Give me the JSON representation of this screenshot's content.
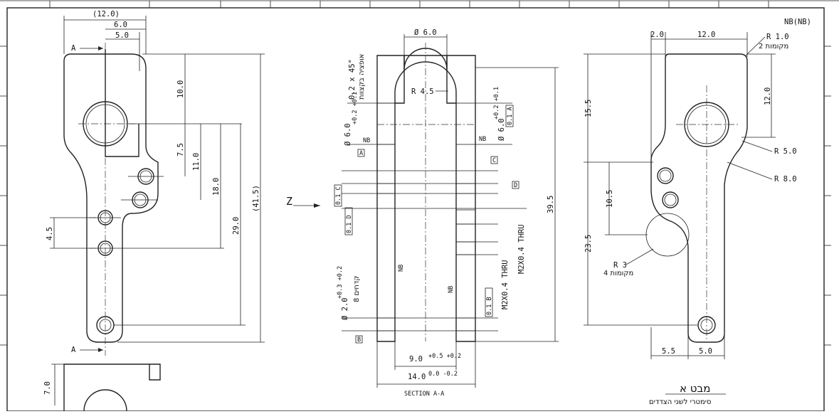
{
  "corner_symbol": "NB(NB)",
  "left_view": {
    "section_mark_top": "A",
    "section_mark_bottom": "A",
    "dims": {
      "d12": "(12.0)",
      "d6": "6.0",
      "d5": "5.0",
      "d10": "10.0",
      "d7_5": "7.5",
      "d11": "11.0",
      "d18": "18.0",
      "d29": "29.0",
      "d41_5": "(41.5)",
      "d4_5": "4.5",
      "d7": "7.0"
    }
  },
  "view_arrow": "Z",
  "section": {
    "title": "SECTION A-A",
    "d_top": "Ø 6.0",
    "r45": "R 4.5",
    "chamfer": "0.2 x 45°",
    "chamfer_note": "אופציה בקצוות",
    "bore_left": "Ø 6.0",
    "bore_left_tol": "+0.2 +0.1",
    "bore_right": "Ø 6.0",
    "bore_right_tol": "+0.2 +0.1",
    "datum_a": "A",
    "datum_b": "B",
    "datum_c": "C",
    "datum_d": "D",
    "fcf_right_top": "0.1 A",
    "fcf_left_c": "0.1 C",
    "fcf_left_d": "0.1 D",
    "fcf_right_b": "0.1 B",
    "roughness": "NB",
    "thread1": "M2X0.4 THRU",
    "thread2": "M2X0.4 THRU",
    "pin_holes": "Ø 2.0",
    "pin_tol": "+0.3 +0.2",
    "pin_note": "8 קדחים",
    "d9": "9.0",
    "d9_tol": "+0.5 +0.2",
    "d14": "14.0",
    "d14_tol": "0.0 -0.2",
    "d39_5": "39.5"
  },
  "right_view": {
    "d2": "2.0",
    "d12": "12.0",
    "r1": "R 1.0",
    "r1_note": "2 מקומות",
    "d12v": "12.0",
    "r5": "R 5.0",
    "r8": "R 8.0",
    "d15_5": "15.5",
    "d10_5": "10.5",
    "d23_5": "23.5",
    "r3": "R 3",
    "r3_note": "4 מקומות",
    "d5_5": "5.5",
    "d5": "5.0",
    "view_title": "מבט א",
    "view_note": "סימטרי לשני הצדדים"
  }
}
